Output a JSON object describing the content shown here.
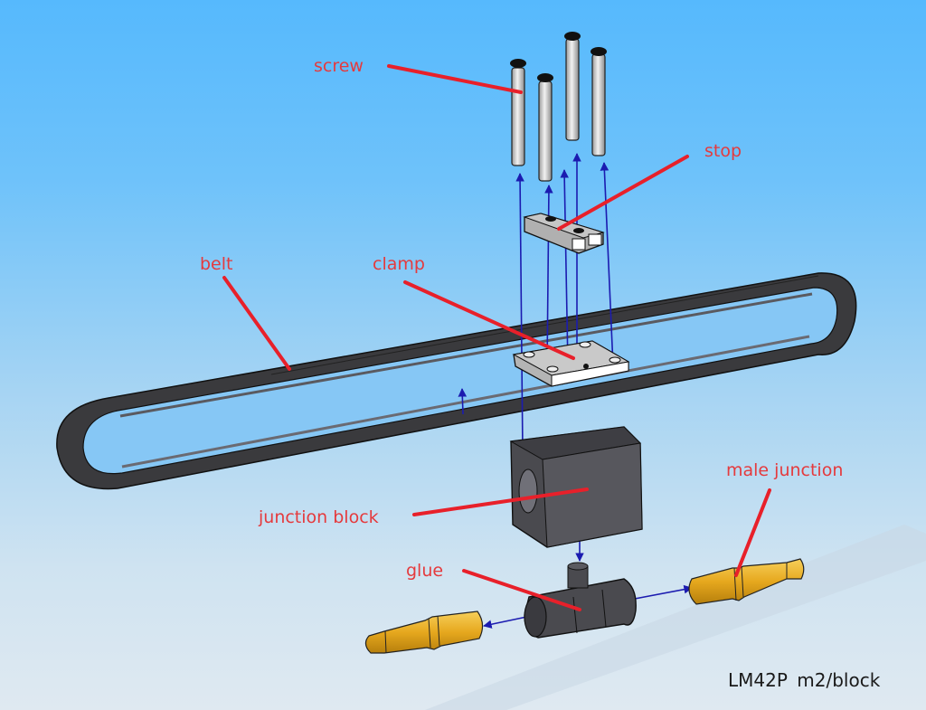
{
  "diagram": {
    "type": "exploded-assembly-view",
    "caption": "LM42P  m2/block",
    "colors": {
      "background_top": "#56b9fd",
      "background_bottom": "#dfe9f1",
      "label_text": "#e53a3d",
      "leader_line": "#e8202a",
      "assembly_arrow": "#1b1bb0",
      "dark_part": "#4a4a4f",
      "metal_part": "#c8c8c8",
      "brass_part": "#e6a81e",
      "caption_text": "#1a1a1a"
    },
    "parts": [
      {
        "id": "screw",
        "label": "screw",
        "count": 4
      },
      {
        "id": "stop",
        "label": "stop",
        "count": 1
      },
      {
        "id": "belt",
        "label": "belt",
        "count": 1
      },
      {
        "id": "clamp",
        "label": "clamp",
        "count": 1
      },
      {
        "id": "junction-block",
        "label": "junction block",
        "count": 1
      },
      {
        "id": "glue",
        "label": "glue",
        "count": 1
      },
      {
        "id": "male-junction",
        "label": "male junction",
        "count": 2
      }
    ]
  }
}
